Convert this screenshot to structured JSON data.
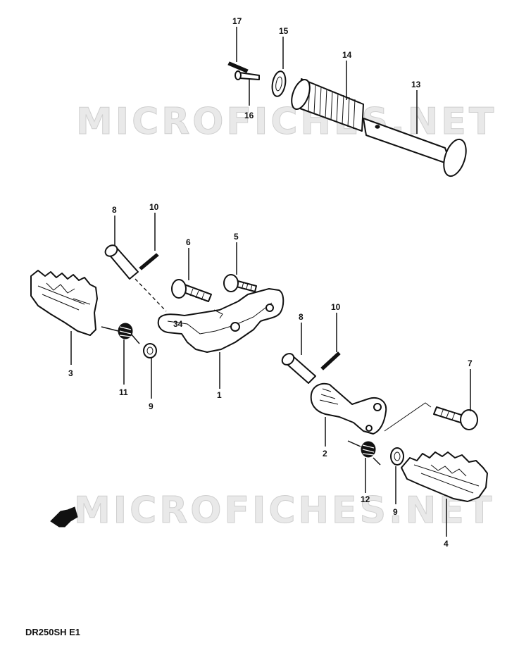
{
  "diagram": {
    "watermark_text": "MICROFICHES.NET",
    "model_code": "DR250SH E1",
    "callouts": [
      "1",
      "2",
      "3",
      "4",
      "5",
      "6",
      "7",
      "8",
      "9",
      "10",
      "11",
      "12",
      "13",
      "14",
      "15",
      "16",
      "17"
    ]
  }
}
